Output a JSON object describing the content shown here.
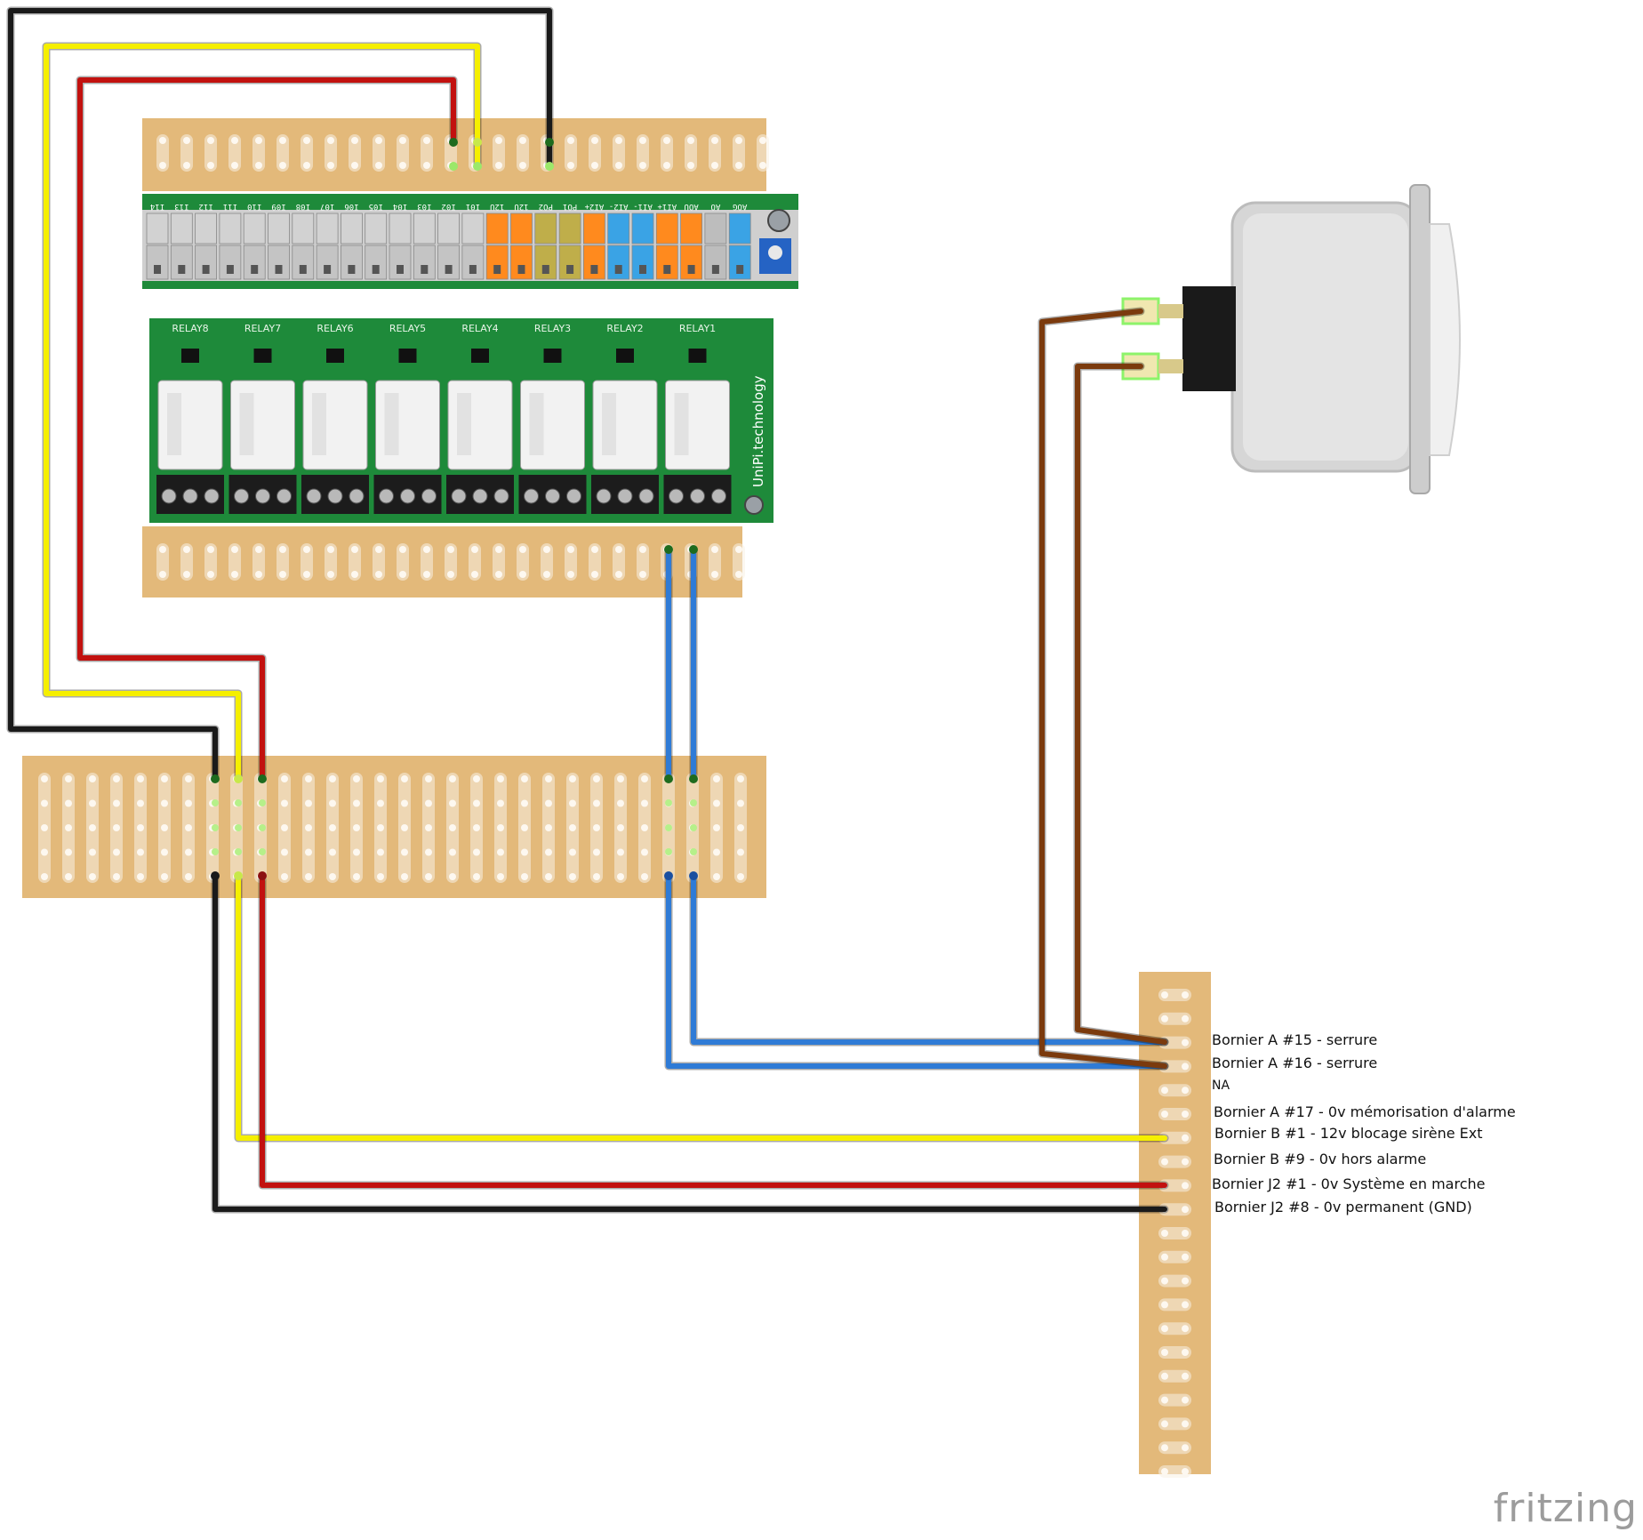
{
  "colors": {
    "board": "#e3b97a",
    "hole": "#fdf8f0",
    "wire_black": "#1a1a1a",
    "wire_yellow": "#f5ef00",
    "wire_red": "#c2110f",
    "wire_blue": "#2f7bd6",
    "wire_brown": "#7b3a0d",
    "pcb_green": "#1e8a3a",
    "orange": "#ff8a1e",
    "blue_term": "#3aa3e5",
    "olive": "#bfae4a"
  },
  "controller_labels": [
    "I14",
    "I13",
    "I12",
    "I11",
    "I10",
    "I09",
    "I08",
    "I07",
    "I06",
    "I05",
    "I04",
    "I03",
    "I02",
    "I01",
    "12U",
    "12U",
    "PO2",
    "PO1",
    "AI2+",
    "AI2-",
    "AI1-",
    "AI1+",
    "AOU",
    "AO",
    "AOG"
  ],
  "relay_labels": [
    "RELAY8",
    "RELAY7",
    "RELAY6",
    "RELAY5",
    "RELAY4",
    "RELAY3",
    "RELAY2",
    "RELAY1"
  ],
  "brand_text": "UniPi.technology",
  "terminal_labels": [
    "Bornier A #15 - serrure",
    "Bornier A #16 - serrure",
    "NA",
    "Bornier A #17 - 0v mémorisation d'alarme",
    "Bornier B #1 - 12v blocage sirène Ext",
    "Bornier B #9 - 0v hors alarme",
    "Bornier J2 #1 - 0v Système en marche",
    "Bornier J2 #8 - 0v permanent (GND)"
  ],
  "logo": "fritzing"
}
